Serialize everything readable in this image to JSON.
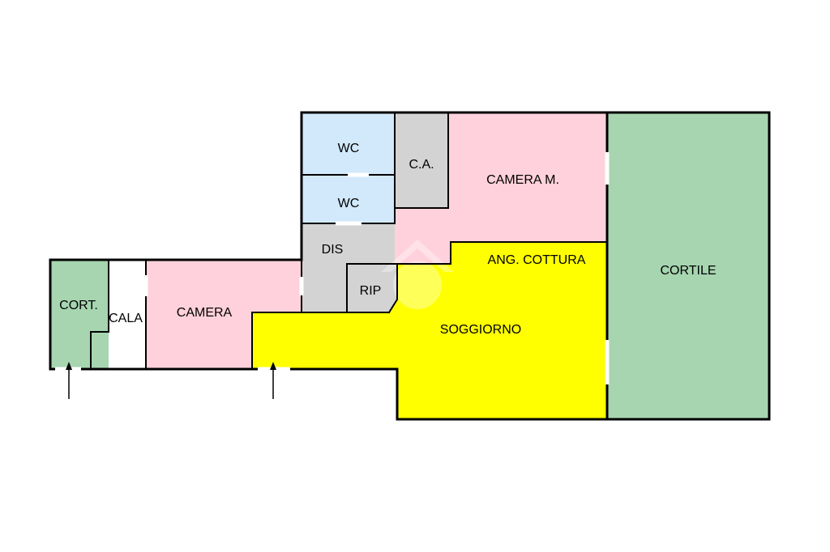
{
  "colors": {
    "garden": "#a6d5b0",
    "bedroom": "#ffd1dc",
    "bath": "#d2e9fb",
    "service": "#d3d3d3",
    "living": "#ffff00",
    "stair": "#ffffff",
    "wall": "#000000"
  },
  "rooms": {
    "cort": "CORT.",
    "cala": "CALA",
    "camera": "CAMERA",
    "wc1": "WC",
    "wc2": "WC",
    "ca": "C.A.",
    "camera_m": "CAMERA M.",
    "dis": "DIS",
    "rip": "RIP",
    "ang_cottura": "ANG. COTTURA",
    "soggiorno": "SOGGIORNO",
    "cortile": "CORTILE"
  },
  "icons": {
    "entrance_1": "entrance-arrow-icon",
    "entrance_2": "entrance-arrow-icon",
    "watermark": "logo-watermark-icon"
  }
}
